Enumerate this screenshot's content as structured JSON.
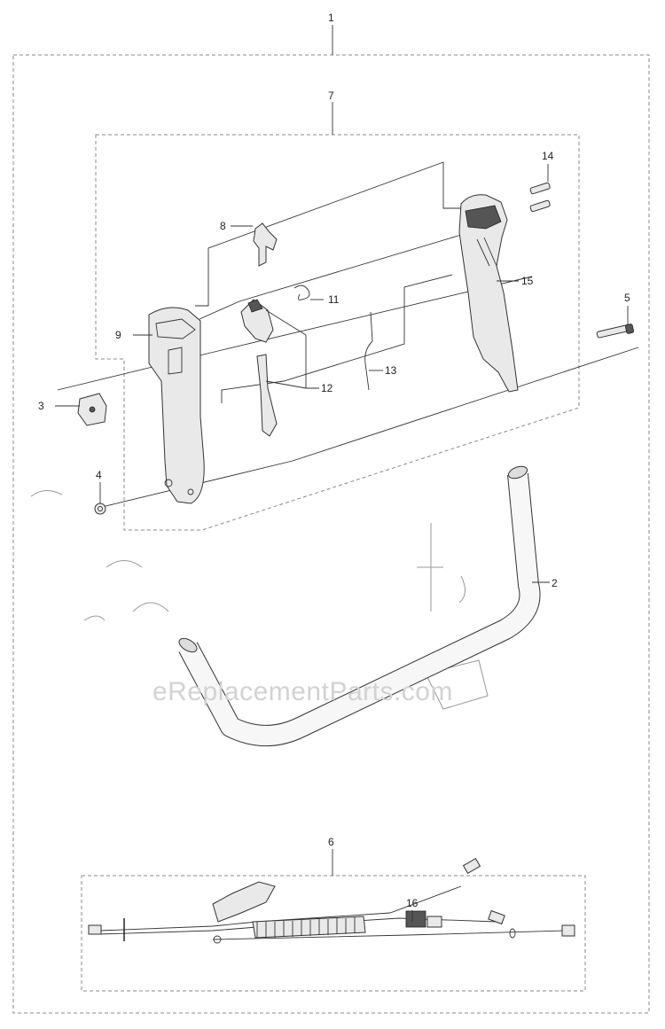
{
  "watermark": "eReplacementParts.com",
  "callouts": [
    "1",
    "2",
    "3",
    "4",
    "5",
    "6",
    "7",
    "8",
    "9",
    "11",
    "12",
    "13",
    "14",
    "15",
    "16"
  ]
}
